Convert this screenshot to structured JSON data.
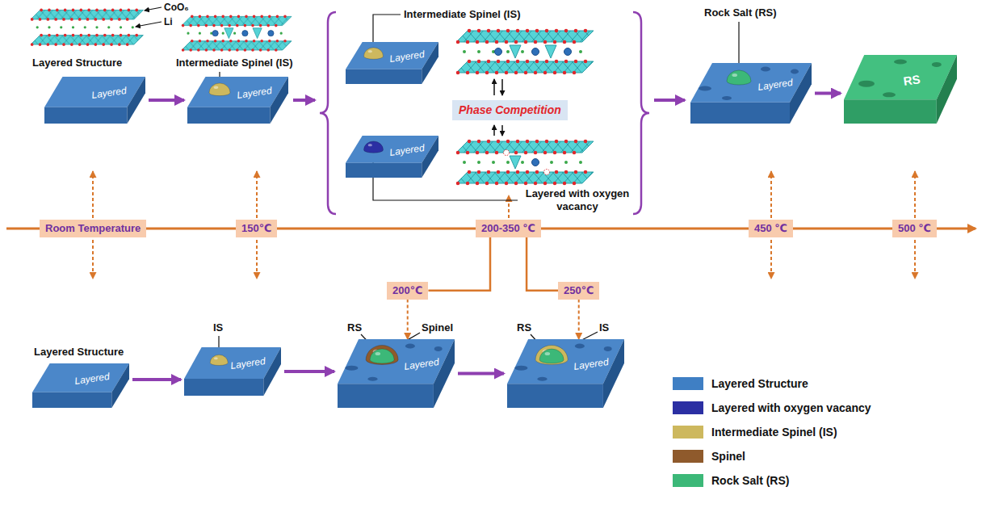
{
  "diagram": {
    "nodes": [
      {
        "text": [
          "Layered"
        ]
      },
      {
        "text": [
          "Layered"
        ]
      },
      {
        "text": [
          "Layered"
        ]
      },
      {
        "text": [
          "Phase Competition"
        ]
      },
      {
        "text": [
          "Layered"
        ]
      },
      {
        "text": [
          "Layered"
        ]
      },
      {
        "text": [
          "RS"
        ]
      },
      {
        "text": [
          "Room Temperature"
        ]
      },
      {
        "text": [
          "150℃"
        ]
      },
      {
        "text": [
          "200-350 ℃"
        ]
      },
      {
        "text": [
          "450 ℃"
        ]
      },
      {
        "text": [
          "500 ℃"
        ]
      },
      {
        "text": [
          "200℃"
        ]
      },
      {
        "text": [
          "250℃"
        ]
      },
      {
        "text": [
          "Layered"
        ]
      },
      {
        "text": [
          "Layered"
        ]
      },
      {
        "text": [
          "Layered"
        ]
      },
      {
        "text": [
          "Layered"
        ]
      }
    ],
    "edges": [
      {
        "from": 0,
        "to": 1,
        "arrow": "to"
      },
      {
        "from": 5,
        "to": 6,
        "arrow": "to"
      },
      {
        "from": 9,
        "to": 12,
        "arrow": "none"
      },
      {
        "from": 9,
        "to": 13,
        "arrow": "none"
      },
      {
        "from": 12,
        "to": 16,
        "arrow": "to"
      },
      {
        "from": 13,
        "to": 17,
        "arrow": "to"
      },
      {
        "from": 14,
        "to": 15,
        "arrow": "to"
      },
      {
        "from": 15,
        "to": 16,
        "arrow": "to"
      },
      {
        "from": 16,
        "to": 17,
        "arrow": "to"
      }
    ],
    "labels": [
      "Layered Structure",
      "CoO₆",
      "Li",
      "Intermediate Spinel (IS)",
      "Intermediate Spinel (IS)",
      "Layered with oxygen vacancy",
      "Rock Salt (RS)",
      "Layered Structure",
      "IS",
      "RS",
      "Spinel",
      "RS",
      "IS"
    ],
    "legend": [
      {
        "text": "Layered Structure",
        "color": "#3f7fc4"
      },
      {
        "text": "Layered with oxygen vacancy",
        "color": "#2b2fa3"
      },
      {
        "text": "Intermediate Spinel (IS)",
        "color": "#cdb85e"
      },
      {
        "text": "Spinel",
        "color": "#8f5a2c"
      },
      {
        "text": "Rock Salt (RS)",
        "color": "#3cb878"
      }
    ]
  }
}
